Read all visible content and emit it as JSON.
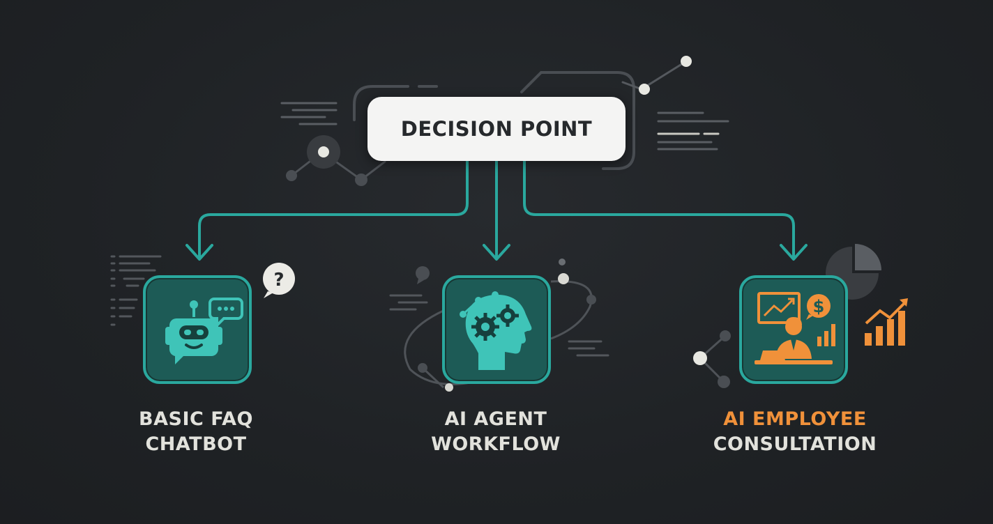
{
  "decision": {
    "label": "DECISION POINT"
  },
  "options": [
    {
      "line1": "BASIC FAQ",
      "line2": "CHATBOT",
      "icon": "chatbot-robot-icon"
    },
    {
      "line1": "AI AGENT",
      "line2": "WORKFLOW",
      "icon": "brain-gears-icon"
    },
    {
      "line1": "AI EMPLOYEE",
      "line2": "CONSULTATION",
      "icon": "consultant-laptop-icon"
    }
  ],
  "badges": {
    "question": "?",
    "dollar": "$"
  },
  "colors": {
    "background": "#202326",
    "teal": "#2aa89e",
    "tile_fill": "#1d5b56",
    "accent_orange": "#f0913a",
    "label": "#e2e2dc"
  }
}
